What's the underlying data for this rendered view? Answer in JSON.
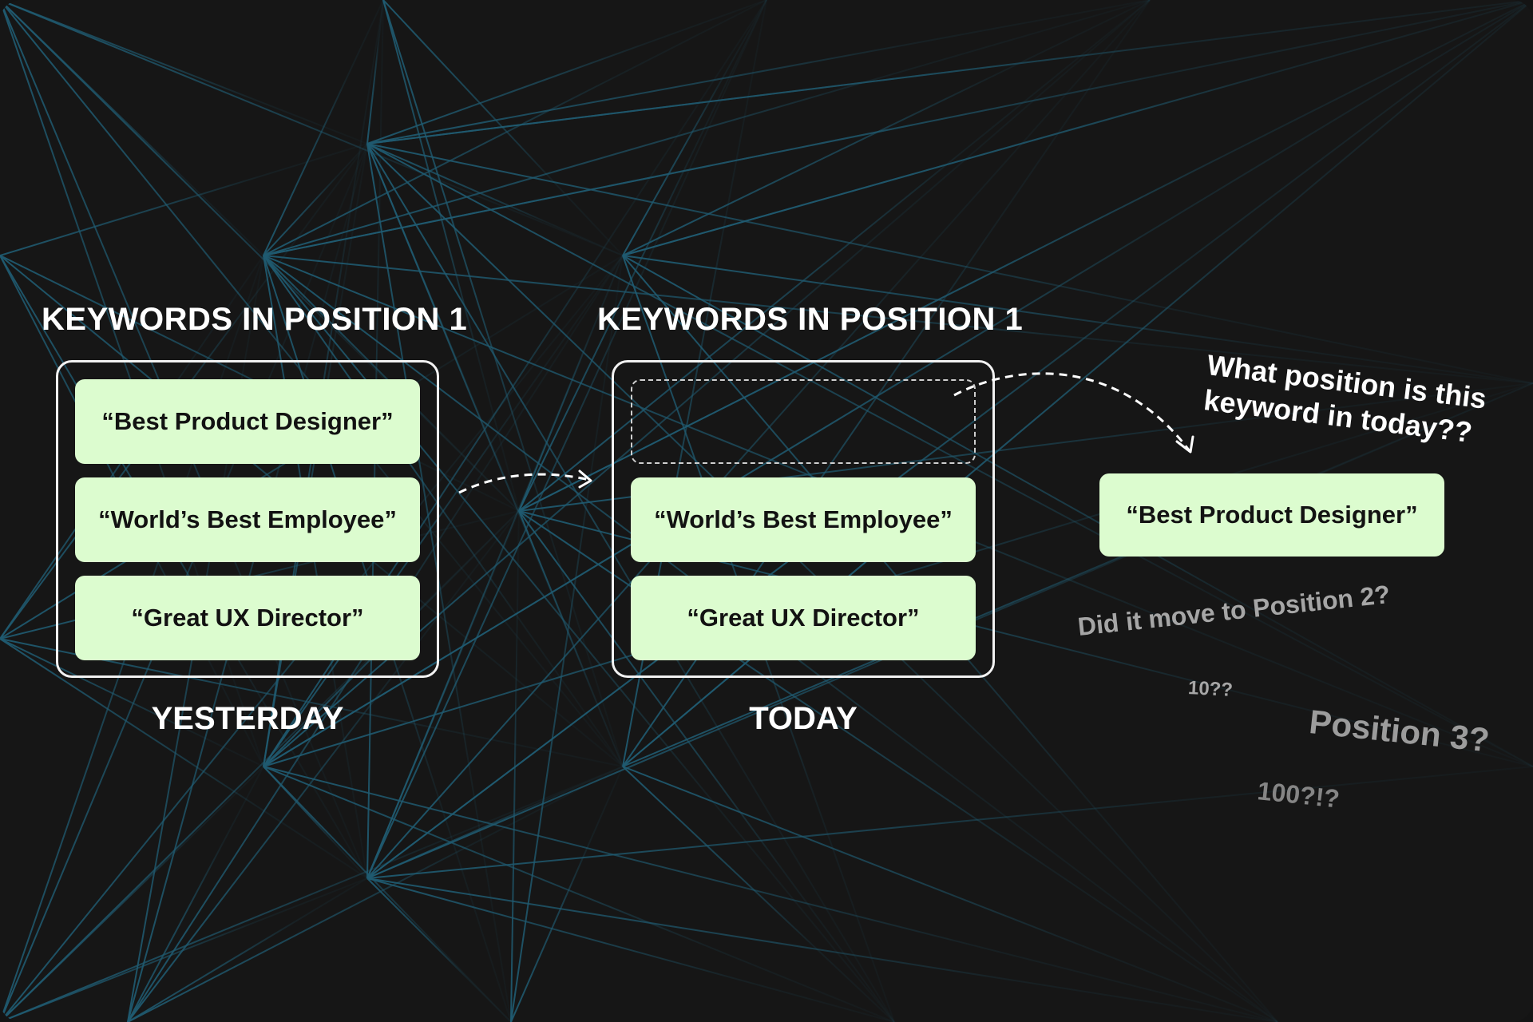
{
  "yesterday": {
    "heading": "KEYWORDS IN POSITION 1",
    "keywords": [
      "“Best Product Designer”",
      "“World’s Best Employee”",
      "“Great UX Director”"
    ],
    "caption": "YESTERDAY"
  },
  "today": {
    "heading": "KEYWORDS IN POSITION 1",
    "keywords": [
      "“World’s Best Employee”",
      "“Great UX Director”"
    ],
    "caption": "TODAY"
  },
  "moved_keyword": "“Best Product Designer”",
  "question_lines": [
    "What position is this",
    "keyword in today??"
  ],
  "guesses": {
    "position_2": "Did it move to Position 2?",
    "ten": "10??",
    "position_3": "Position 3?",
    "hundred": "100?!?"
  },
  "colors": {
    "background": "#161616",
    "pill": "#dcfccf",
    "mesh_line": "#1f5a70",
    "text": "#ffffff"
  }
}
